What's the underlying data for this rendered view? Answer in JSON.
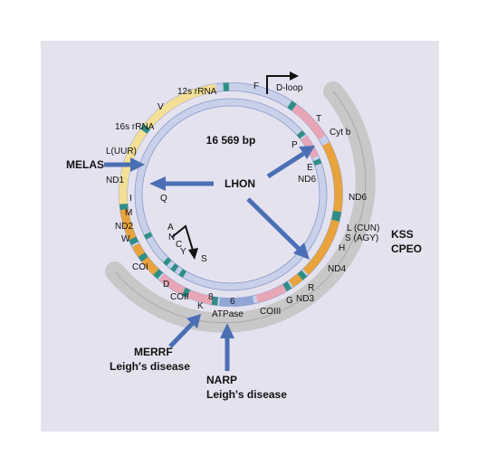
{
  "colors": {
    "panel": "#e5e2f0",
    "ring": "#c8d0ea",
    "ring_edge": "#8a9bc8",
    "arrow": "#4a6fb5",
    "arc": "#c8c8c8",
    "orange": "#e8a33d",
    "yellow": "#f3df95",
    "pink": "#e7a6b6",
    "blue": "#8fa6d6",
    "teal": "#2f8f86"
  },
  "labels": {
    "genome_size": "16 569 bp",
    "d_loop": "D-loop",
    "lhon": "LHON",
    "melas": "MELAS",
    "merrf": "MERRF",
    "merrf_sub": "Leigh's disease",
    "narp": "NARP",
    "narp_sub": "Leigh's disease",
    "kss": "KSS",
    "cpeo": "CPEO"
  },
  "genes": {
    "rrna12s": "12s rRNA",
    "f": "F",
    "v": "V",
    "rrna16s": "16s rRNA",
    "l_uur": "L(UUR)",
    "nd1": "ND1",
    "i": "I",
    "q": "Q",
    "m": "M",
    "nd2": "ND2",
    "w": "W",
    "a": "A",
    "n": "N",
    "c": "C",
    "y": "Y",
    "s_inner": "S",
    "coi": "COI",
    "d": "D",
    "coii": "COII",
    "k": "K",
    "atp8": "8",
    "atp6": "6",
    "atpase": "ATPase",
    "coiii": "COIII",
    "g": "G",
    "nd3": "ND3",
    "r": "R",
    "nd4": "ND4",
    "h": "H",
    "s_agy": "S  (AGY)",
    "l_cun": "L  (CUN)",
    "nd6": "ND6",
    "e": "E",
    "nd6_inner": "ND6",
    "p": "P",
    "t": "T",
    "cytb": "Cyt b"
  }
}
